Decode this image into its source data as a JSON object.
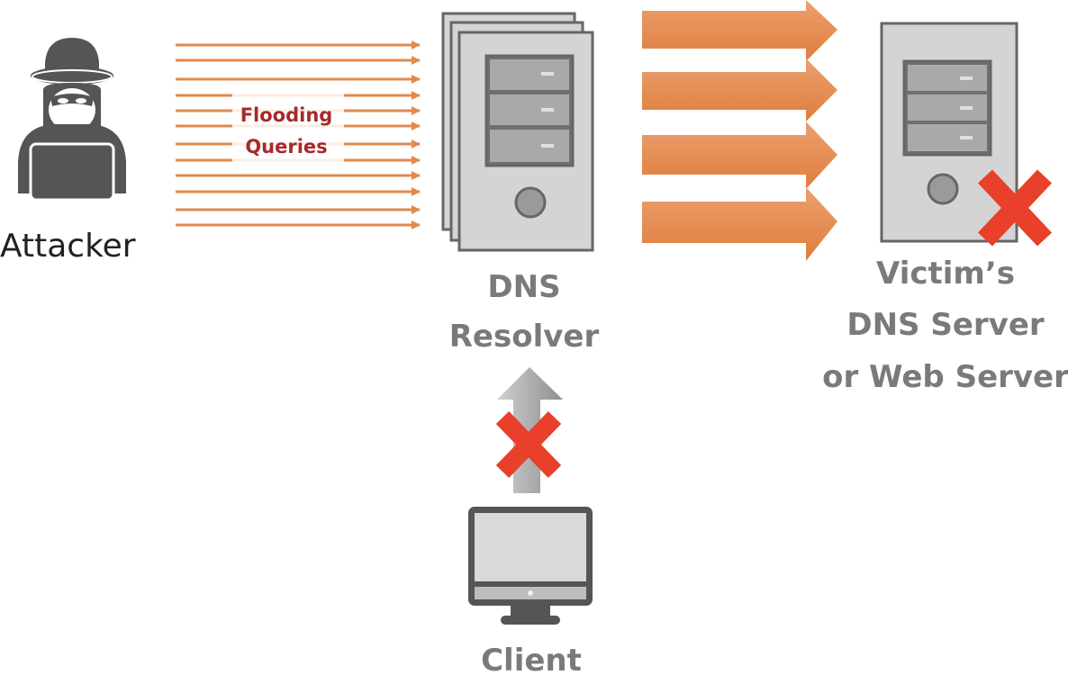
{
  "labels": {
    "attacker": "Attacker",
    "flooding_line1": "Flooding",
    "flooding_line2": "Queries",
    "resolver_line1": "DNS",
    "resolver_line2": "Resolver",
    "victim_line1": "Victim’s",
    "victim_line2": "DNS Server",
    "victim_line3": "or Web Server",
    "client": "Client"
  },
  "icons": {
    "attacker": "hacker-with-laptop-icon",
    "resolver": "server-stack-icon",
    "victim": "server-icon",
    "client": "desktop-monitor-icon",
    "blocked": "red-x-icon"
  },
  "colors": {
    "flood_arrow": "#e08a4e",
    "big_arrow": "#e8874a",
    "flood_text": "#a52a2a",
    "blocked_x": "#e8402a",
    "label_gray": "#7a7a7a",
    "icon_dark": "#555555",
    "server_fill": "#d4d4d5"
  }
}
